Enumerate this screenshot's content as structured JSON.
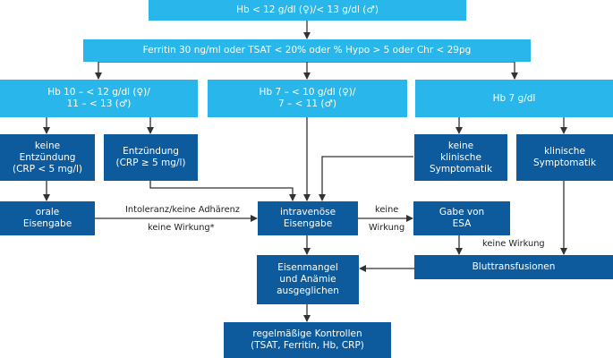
{
  "nodes": {
    "hb_threshold": {
      "lines": [
        "Hb < 12 g/dl (♀)/< 13 g/dl (♂)"
      ]
    },
    "ferritin": {
      "lines": [
        "Ferritin 30 ng/ml oder TSAT < 20% oder % Hypo > 5 oder Chr < 29pg"
      ]
    },
    "hb_10_12": {
      "lines": [
        "Hb 10 – < 12 g/dl (♀)/",
        "11 – < 13 (♂)"
      ]
    },
    "hb_7_10": {
      "lines": [
        "Hb 7 – < 10 g/dl (♀)/",
        "7 – < 11 (♂)"
      ]
    },
    "hb_7": {
      "lines": [
        "Hb 7 g/dl"
      ]
    },
    "keine_entzuendung": {
      "lines": [
        "keine",
        "Entzündung",
        "(CRP < 5 mg/l)"
      ]
    },
    "entzuendung": {
      "lines": [
        "Entzündung",
        "(CRP ≥ 5 mg/l)"
      ]
    },
    "keine_symptomatik": {
      "lines": [
        "keine",
        "klinische",
        "Symptomatik"
      ]
    },
    "klinische_symptomatik": {
      "lines": [
        "klinische",
        "Symptomatik"
      ]
    },
    "orale_eisengabe": {
      "lines": [
        "orale",
        "Eisengabe"
      ]
    },
    "iv_eisengabe": {
      "lines": [
        "intravenöse",
        "Eisengabe"
      ]
    },
    "esa": {
      "lines": [
        "Gabe von",
        "ESA"
      ]
    },
    "bluttransfusionen": {
      "lines": [
        "Bluttransfusionen"
      ]
    },
    "ausgeglichen": {
      "lines": [
        "Eisenmangel",
        "und Anämie",
        "ausgeglichen"
      ]
    },
    "kontrollen": {
      "lines": [
        "regelmäßige Kontrollen",
        "(TSAT, Ferritin, Hb, CRP)"
      ]
    }
  },
  "edge_labels": {
    "intoleranz": "Intoleranz/keine Adhärenz",
    "keine_wirkung_star": "keine Wirkung*",
    "keine": "keine",
    "wirkung": "Wirkung",
    "keine_wirkung": "keine Wirkung"
  },
  "colors": {
    "light_box": "#29b6ea",
    "dark_box": "#0d5a9c",
    "arrow": "#333333"
  }
}
